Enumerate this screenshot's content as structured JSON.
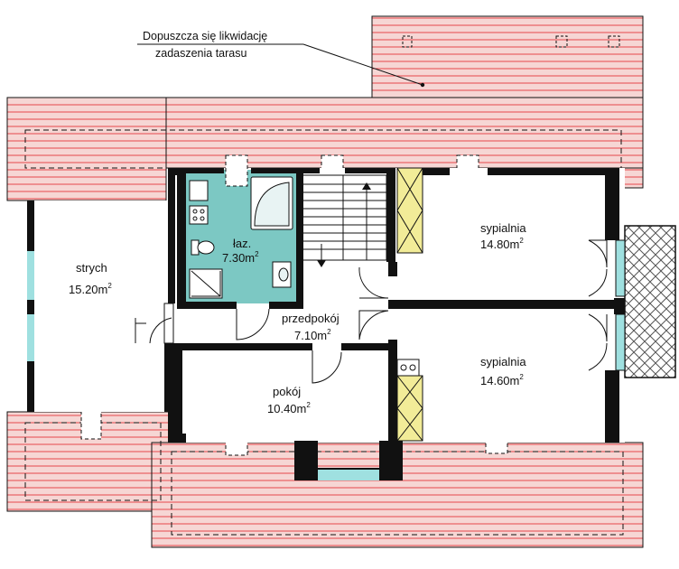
{
  "colors": {
    "roof_fill": "#f6d6d4",
    "roof_line": "#e5484d",
    "wall": "#111111",
    "bathroom": "#7cc8c3",
    "chimney": "#f2ec98",
    "window_glass": "#9fe0e0",
    "balcony_hatch": "#555555",
    "background": "#ffffff"
  },
  "note": {
    "line1": "Dopuszcza się likwidację",
    "line2": "zadaszenia tarasu"
  },
  "rooms": {
    "strych": {
      "name": "strych",
      "area": "15.20m",
      "sup": "2"
    },
    "lazienka": {
      "name": "łaz.",
      "area": "7.30m",
      "sup": "2"
    },
    "przedpokoj": {
      "name": "przedpokój",
      "area": "7.10m",
      "sup": "2"
    },
    "pokoj": {
      "name": "pokój",
      "area": "10.40m",
      "sup": "2"
    },
    "sypialnia_1": {
      "name": "sypialnia",
      "area": "14.80m",
      "sup": "2"
    },
    "sypialnia_2": {
      "name": "sypialnia",
      "area": "14.60m",
      "sup": "2"
    }
  },
  "icons": [
    "stairs-icon",
    "bathtub-icon",
    "toilet-icon",
    "shower-icon",
    "sink-icon",
    "stove-icon",
    "door-swing-icon"
  ]
}
